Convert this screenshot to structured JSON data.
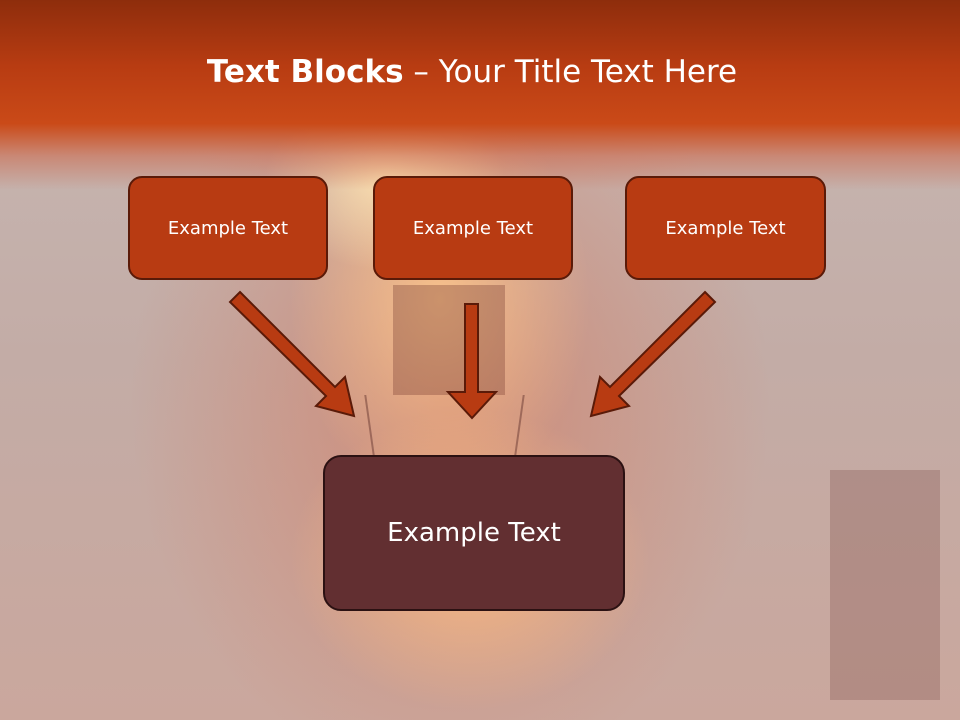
{
  "slide": {
    "title_bold": "Text Blocks",
    "title_rest": "– Your Title Text Here"
  },
  "boxes": [
    {
      "label": "Example Text"
    },
    {
      "label": "Example Text"
    },
    {
      "label": "Example Text"
    }
  ],
  "main_box": {
    "label": "Example Text"
  },
  "colors": {
    "header": "#b83c12",
    "box_fill": "#b83b12",
    "box_border": "#5a1a08",
    "main_box_fill": "#622f31",
    "arrow_fill": "#b83b12",
    "arrow_stroke": "#5a1a08"
  }
}
